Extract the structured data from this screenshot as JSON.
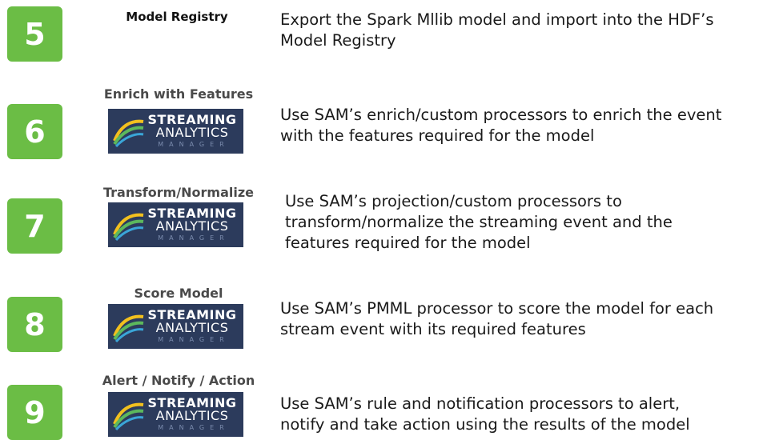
{
  "logo": {
    "line1": "STREAMING",
    "line2": "ANALYTICS",
    "line3": "MANAGER"
  },
  "colors": {
    "badge": "#6bbd45",
    "logo_bg": "#2c3b5c"
  },
  "steps": [
    {
      "number": "5",
      "title": "Model Registry",
      "has_logo": false,
      "description": [
        "Export the Spark Mllib model and import into the HDF’s",
        "Model Registry"
      ]
    },
    {
      "number": "6",
      "title": "Enrich with Features",
      "has_logo": true,
      "description": [
        "Use SAM’s enrich/custom processors to enrich the event",
        "with the features required for the model"
      ]
    },
    {
      "number": "7",
      "title": "Transform/Normalize",
      "has_logo": true,
      "description": [
        "Use SAM’s projection/custom processors to",
        "transform/normalize the streaming event and the",
        "features required for the model"
      ]
    },
    {
      "number": "8",
      "title": "Score Model",
      "has_logo": true,
      "description": [
        "Use SAM’s PMML  processor to score the model for each",
        "stream event with its required features"
      ]
    },
    {
      "number": "9",
      "title": "Alert / Notify / Action",
      "has_logo": true,
      "description": [
        "Use SAM’s rule and notification processors to alert,",
        "notify and take action using the results of the model"
      ]
    }
  ]
}
